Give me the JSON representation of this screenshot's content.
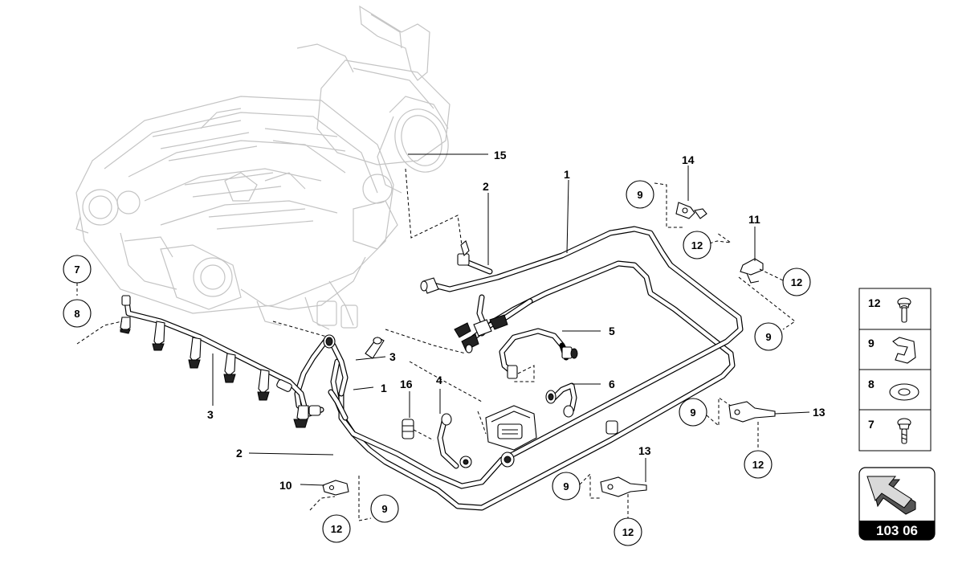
{
  "callouts": {
    "c1a": "1",
    "c1b": "1",
    "c2a": "2",
    "c2b": "2",
    "c3a": "3",
    "c3b": "3",
    "c4": "4",
    "c5": "5",
    "c6": "6",
    "c10": "10",
    "c11": "11",
    "c13a": "13",
    "c13b": "13",
    "c14": "14",
    "c15": "15",
    "c16": "16"
  },
  "circles": {
    "k7": "7",
    "k8": "8",
    "k9a": "9",
    "k9b": "9",
    "k9c": "9",
    "k9d": "9",
    "k9e": "9",
    "k12a": "12",
    "k12b": "12",
    "k12c": "12",
    "k12d": "12",
    "k12e": "12"
  },
  "legend": [
    {
      "num": "12",
      "icon": "screw-icon"
    },
    {
      "num": "9",
      "icon": "clip-icon"
    },
    {
      "num": "8",
      "icon": "washer-icon"
    },
    {
      "num": "7",
      "icon": "bolt-icon"
    }
  ],
  "reference": {
    "code": "103 06",
    "icon": "arrow-icon"
  }
}
